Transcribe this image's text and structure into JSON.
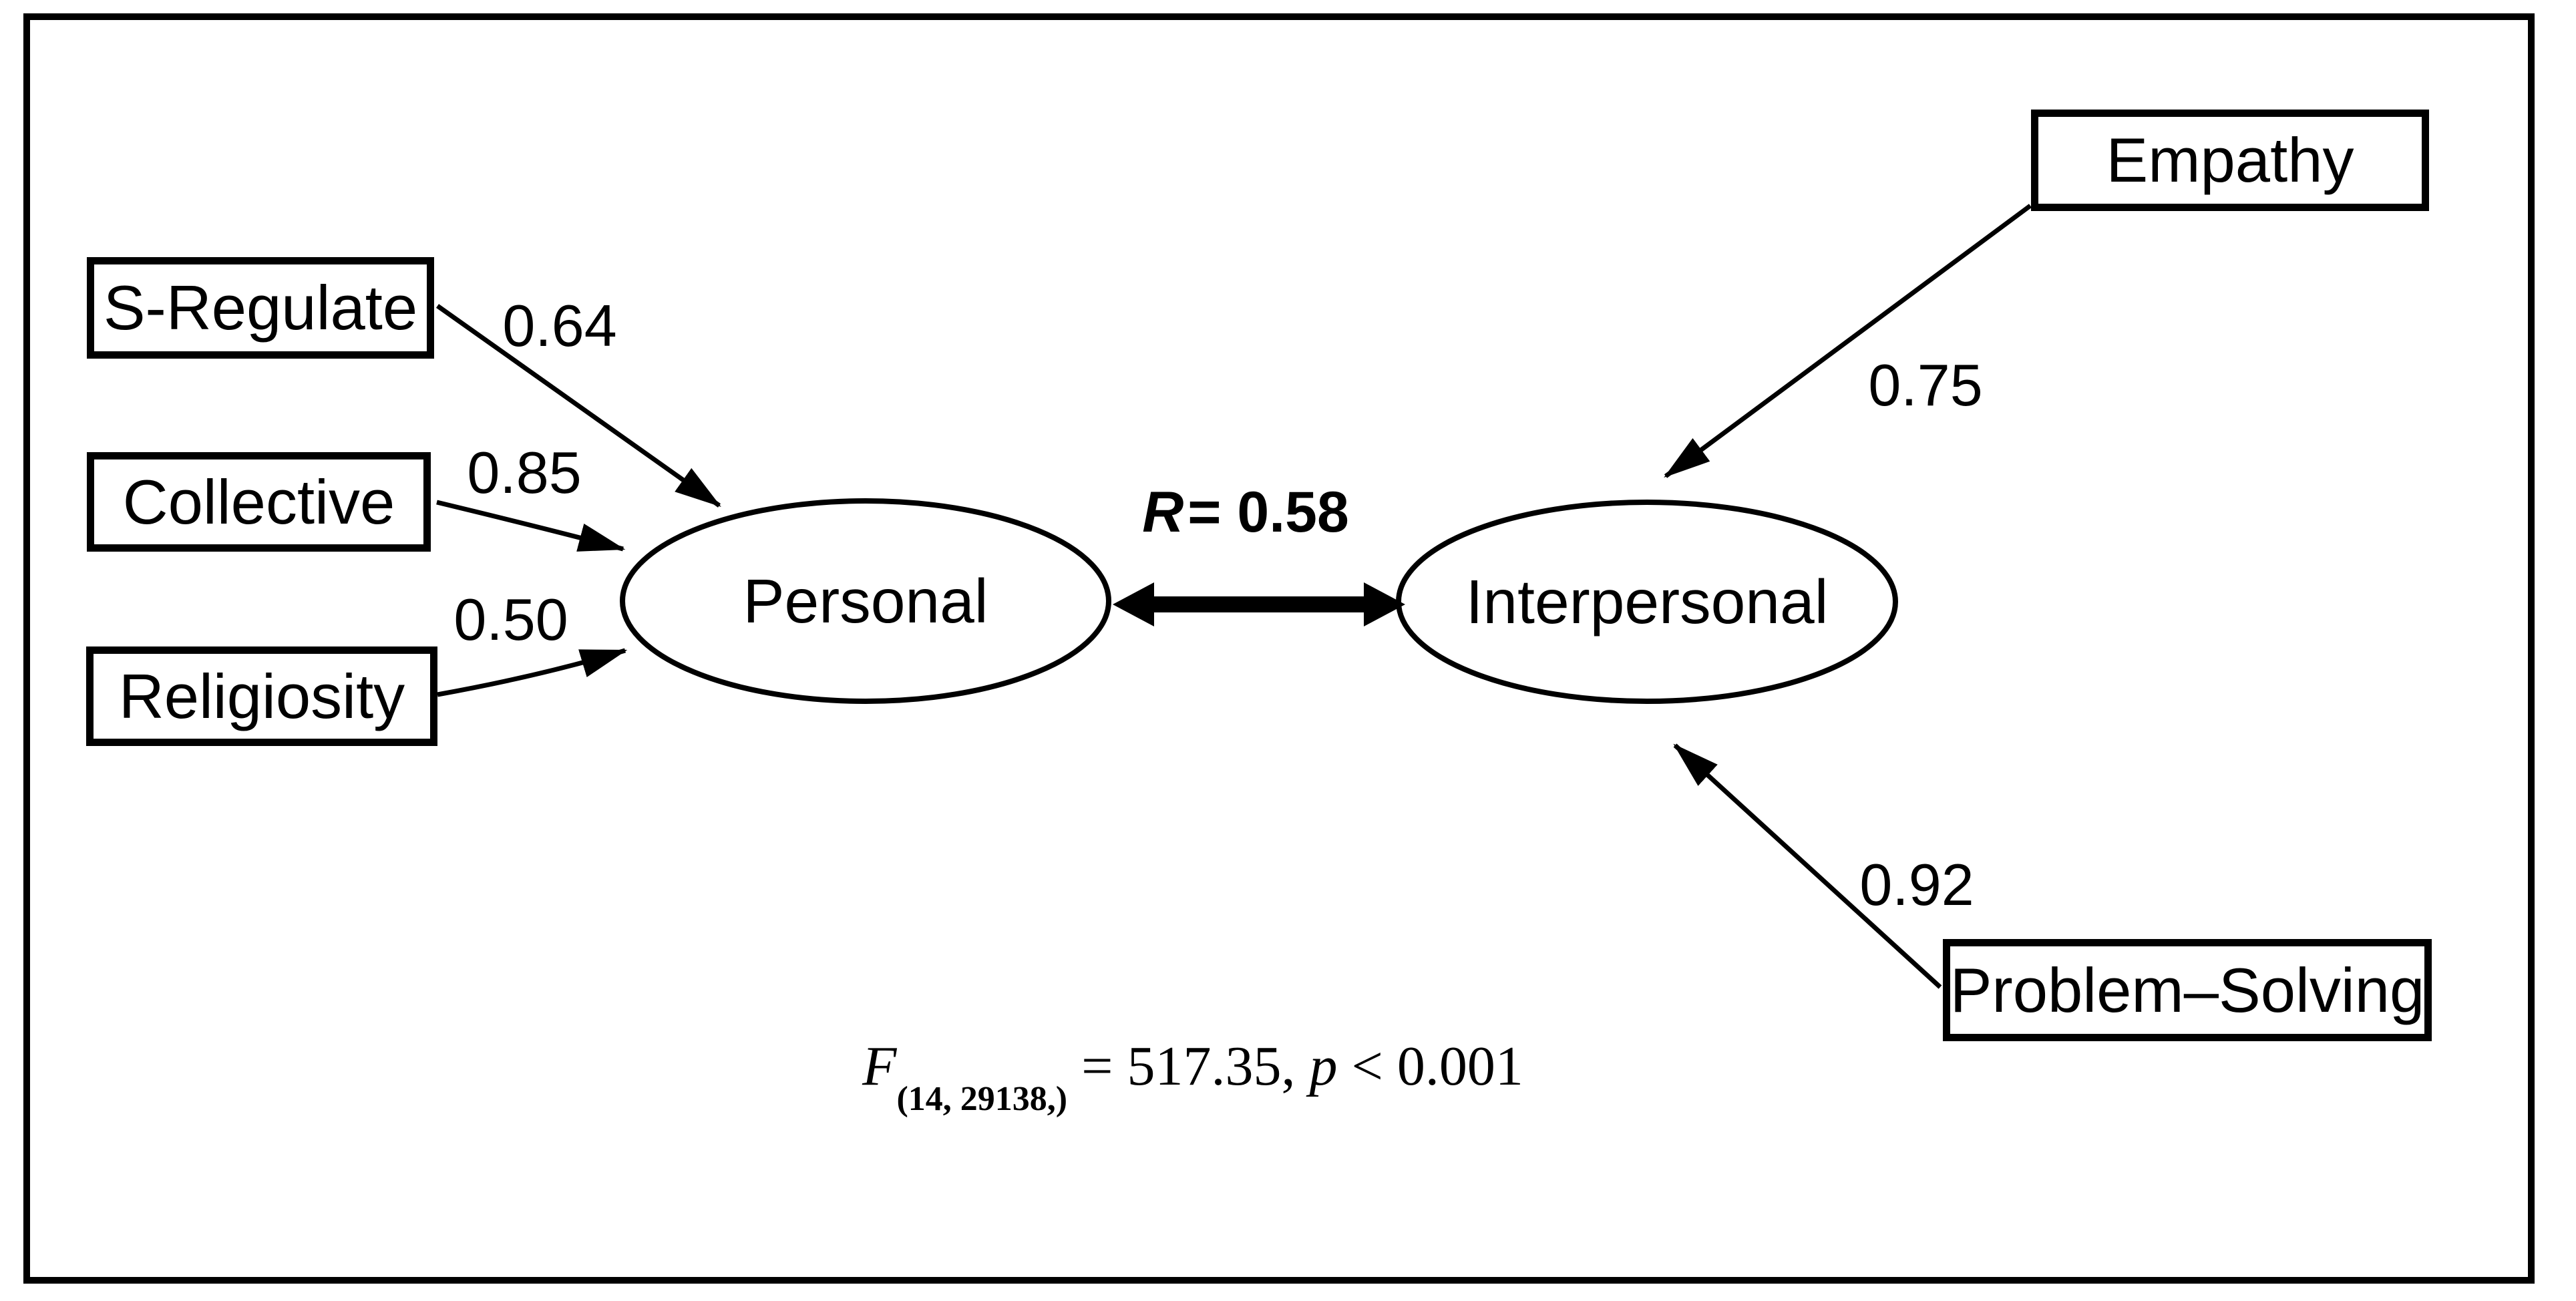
{
  "figure_type": "structural-equation-path-diagram",
  "colors": {
    "ink": "#000000",
    "background": "#ffffff"
  },
  "latent": [
    {
      "id": "personal",
      "label": "Personal"
    },
    {
      "id": "interpersonal",
      "label": "Interpersonal"
    }
  ],
  "indicators": [
    {
      "label": "S-Regulate",
      "loading": "0.64",
      "target": "Personal"
    },
    {
      "label": "Collective",
      "loading": "0.85",
      "target": "Personal"
    },
    {
      "label": "Religiosity",
      "loading": "0.50",
      "target": "Personal"
    },
    {
      "label": "Empathy",
      "loading": "0.75",
      "target": "Interpersonal"
    },
    {
      "label": "Problem–Solving",
      "loading": "0.92",
      "target": "Interpersonal"
    }
  ],
  "correlation": {
    "r_symbol": "R",
    "rest": "= 0.58",
    "between": [
      "Personal",
      "Interpersonal"
    ]
  },
  "stat": {
    "f_symbol": "F",
    "df": "(14, 29138,)",
    "value": " = 517.35, ",
    "p_symbol": "p",
    "p_value": " < 0.001"
  }
}
